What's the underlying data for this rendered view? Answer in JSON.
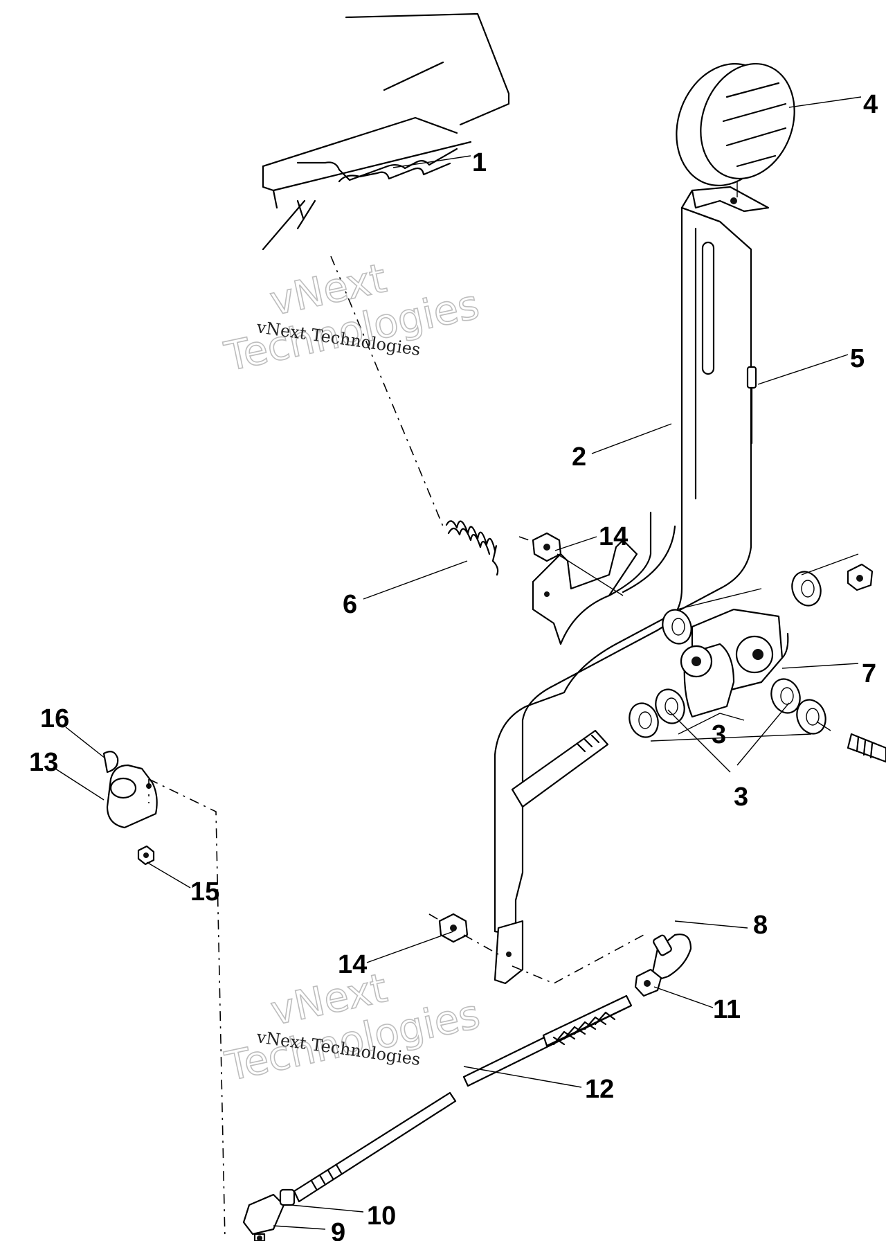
{
  "callouts": {
    "c1": "1",
    "c2": "2",
    "c3a": "3",
    "c3b": "3",
    "c4": "4",
    "c5": "5",
    "c6": "6",
    "c7": "7",
    "c8": "8",
    "c9": "9",
    "c10": "10",
    "c11": "11",
    "c12": "12",
    "c13": "13",
    "c14a": "14",
    "c14b": "14",
    "c15": "15",
    "c16": "16"
  },
  "watermarks": {
    "top_big_1": "vNext",
    "top_big_2": "Technologies",
    "top_small": "vNext Technologies",
    "bottom_big_1": "vNext",
    "bottom_big_2": "Technologies",
    "bottom_small": "vNext Technologies"
  }
}
